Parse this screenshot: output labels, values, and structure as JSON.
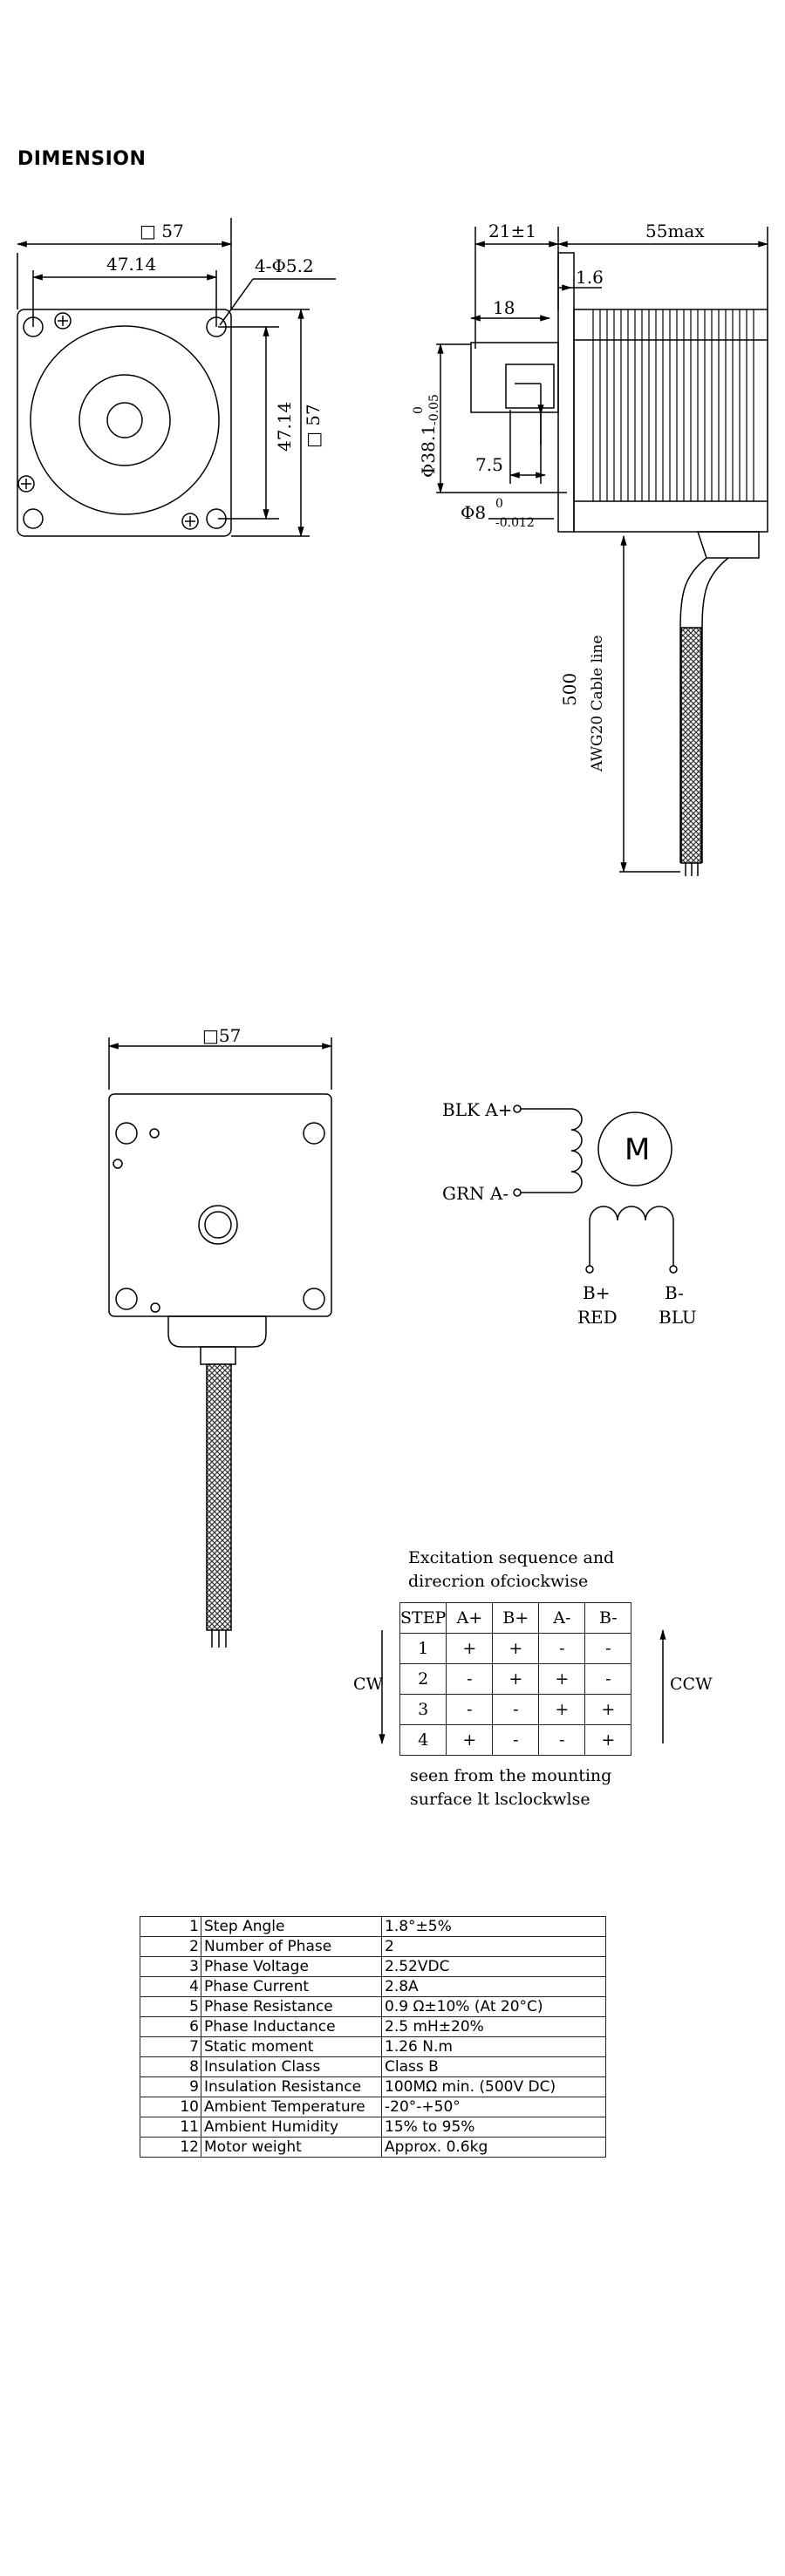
{
  "section_title": "DIMENSION",
  "front_view": {
    "square_size": "□ 57",
    "hole_spacing_h": "47.14",
    "hole_spec": "4-Φ5.2",
    "hole_spacing_v": "47.14",
    "square_size_v": "□ 57"
  },
  "side_view": {
    "flange_len": "21±1",
    "body_len": "55max",
    "flange_thick": "1.6",
    "shaft_len": "18",
    "boss_dia": "Φ38.1",
    "boss_tol_upper": "0",
    "boss_tol_lower": "-0.05",
    "flat_len": "7.5",
    "shaft_dia": "Φ8",
    "shaft_tol_upper": "0",
    "shaft_tol_lower": "-0.012",
    "cable_len": "500",
    "cable_type": "AWG20 Cable line"
  },
  "rear_view": {
    "square_size": "□57"
  },
  "wiring": {
    "a_plus": "BLK A+",
    "a_minus": "GRN A-",
    "motor_symbol": "M",
    "b_plus": "B+",
    "b_plus_color": "RED",
    "b_minus": "B-",
    "b_minus_color": "BLU"
  },
  "excitation": {
    "title_line1": "Excitation sequence and",
    "title_line2": "direcrion ofciockwise",
    "headers": [
      "STEP",
      "A+",
      "B+",
      "A-",
      "B-"
    ],
    "rows": [
      [
        "1",
        "+",
        "+",
        "-",
        "-"
      ],
      [
        "2",
        "-",
        "+",
        "+",
        "-"
      ],
      [
        "3",
        "-",
        "-",
        "+",
        "+"
      ],
      [
        "4",
        "+",
        "-",
        "-",
        "+"
      ]
    ],
    "left_label": "CW",
    "right_label": "CCW",
    "footer_line1": "seen from the mounting",
    "footer_line2": "surface lt lsclockwlse"
  },
  "specs": [
    {
      "no": "1",
      "param": "Step Angle",
      "value": "1.8°±5%"
    },
    {
      "no": "2",
      "param": "Number of Phase",
      "value": "2"
    },
    {
      "no": "3",
      "param": "Phase Voltage",
      "value": "2.52VDC"
    },
    {
      "no": "4",
      "param": "Phase Current",
      "value": "2.8A"
    },
    {
      "no": "5",
      "param": "Phase Resistance",
      "value": "0.9 Ω±10% (At 20°C)"
    },
    {
      "no": "6",
      "param": "Phase Inductance",
      "value": "2.5 mH±20%"
    },
    {
      "no": "7",
      "param": "Static moment",
      "value": "1.26 N.m"
    },
    {
      "no": "8",
      "param": "Insulation Class",
      "value": "Class B"
    },
    {
      "no": "9",
      "param": "Insulation Resistance",
      "value": "100MΩ min. (500V DC)"
    },
    {
      "no": "10",
      "param": "Ambient Temperature",
      "value": "-20°-+50°"
    },
    {
      "no": "11",
      "param": "Ambient Humidity",
      "value": "15% to 95%"
    },
    {
      "no": "12",
      "param": "Motor weight",
      "value": "Approx. 0.6kg"
    }
  ]
}
